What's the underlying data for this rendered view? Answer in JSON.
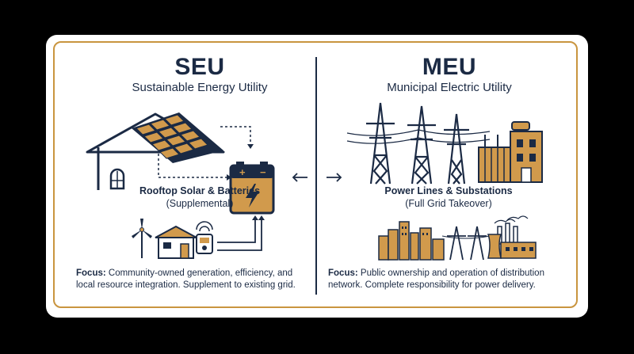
{
  "left": {
    "title": "SEU",
    "subtitle": "Sustainable Energy Utility",
    "label": "Rooftop Solar & Batteries",
    "sublabel": "(Supplemental)",
    "focus_label": "Focus:",
    "focus_text_line1": "Community-owned generation, efficiency, and",
    "focus_text_line2": "local resource integration. Supplement to existing grid."
  },
  "right": {
    "title": "MEU",
    "subtitle": "Municipal Electric Utility",
    "label": "Power Lines & Substations",
    "sublabel": "(Full Grid Takeover)",
    "focus_label": "Focus:",
    "focus_text_line1": "Public ownership and operation of distribution",
    "focus_text_line2": "network. Complete responsibility for power delivery."
  },
  "battery": {
    "plus": "+",
    "minus": "−"
  },
  "colors": {
    "navy": "#1b2a44",
    "gold": "#c9953f",
    "gold_fill": "#d19a4c",
    "background": "#000000",
    "card": "#ffffff"
  },
  "icons": [
    "house-solar-roof-icon",
    "battery-icon",
    "wind-turbine-icon",
    "smart-home-icon",
    "smart-meter-icon",
    "transmission-tower-icon",
    "substation-icon",
    "city-skyline-icon",
    "power-plant-icon",
    "arrow-left-icon",
    "arrow-right-icon"
  ]
}
